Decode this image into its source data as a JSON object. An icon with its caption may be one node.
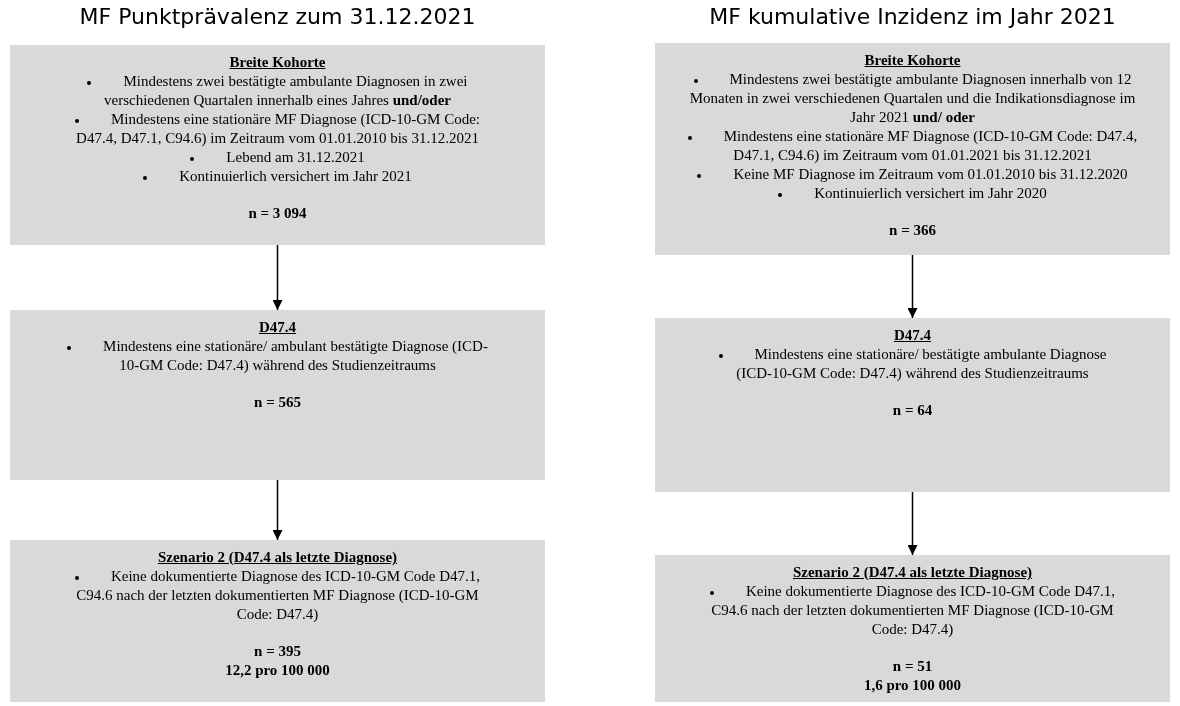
{
  "diagram": {
    "nodes": [
      {
        "text": [
          "Breite Kohorte",
          "Mindestens zwei bestätigte ambulante Diagnosen in zwei verschiedenen Quartalen innerhalb eines Jahres **und/oder**",
          "Mindestens eine stationäre MF Diagnose (ICD-10-GM Code: D47.4, D47.1, C94.6) im Zeitraum vom 01.01.2010 bis 31.12.2021",
          "Lebend am 31.12.2021",
          "Kontinuierlich versichert im Jahr 2021",
          "n = 3 094"
        ]
      },
      {
        "text": [
          "D47.4",
          "Mindestens eine stationäre/ ambulant bestätigte Diagnose (ICD-10-GM Code: D47.4) während des Studienzeitraums",
          "n = 565"
        ]
      },
      {
        "text": [
          "Szenario 2 (D47.4 als letzte Diagnose)",
          "Keine dokumentierte Diagnose des ICD-10-GM Code D47.1, C94.6 nach der letzten dokumentierten MF Diagnose (ICD-10-GM Code: D47.4)",
          "n = 395",
          "12,2 pro 100 000"
        ]
      },
      {
        "text": [
          "Breite Kohorte",
          "Mindestens zwei bestätigte ambulante Diagnosen innerhalb von 12 Monaten in zwei verschiedenen Quartalen und die Indikationsdiagnose im Jahr 2021 **und/ oder**",
          "Mindestens eine stationäre MF Diagnose (ICD-10-GM Code: D47.4, D47.1, C94.6) im Zeitraum vom 01.01.2021 bis 31.12.2021",
          "Keine MF Diagnose im Zeitraum vom 01.01.2010 bis 31.12.2020",
          "Kontinuierlich versichert im Jahr 2020",
          "n = 366"
        ]
      },
      {
        "text": [
          "D47.4",
          "Mindestens eine stationäre/ bestätigte ambulante Diagnose (ICD-10-GM Code: D47.4) während des Studienzeitraums",
          "n = 64"
        ]
      },
      {
        "text": [
          "Szenario 2 (D47.4 als letzte Diagnose)",
          "Keine dokumentierte Diagnose des ICD-10-GM Code D47.1, C94.6 nach der letzten dokumentierten MF Diagnose (ICD-10-GM Code: D47.4)",
          "n = 51",
          "1,6 pro 100 000"
        ]
      }
    ],
    "edges": [
      {
        "from": 0,
        "to": 1,
        "arrow": "to"
      },
      {
        "from": 1,
        "to": 2,
        "arrow": "to"
      },
      {
        "from": 3,
        "to": 4,
        "arrow": "to"
      },
      {
        "from": 4,
        "to": 5,
        "arrow": "to"
      }
    ],
    "labels": [
      "MF Punktprävalenz zum 31.12.2021",
      "MF kumulative Inzidenz im Jahr 2021"
    ]
  }
}
